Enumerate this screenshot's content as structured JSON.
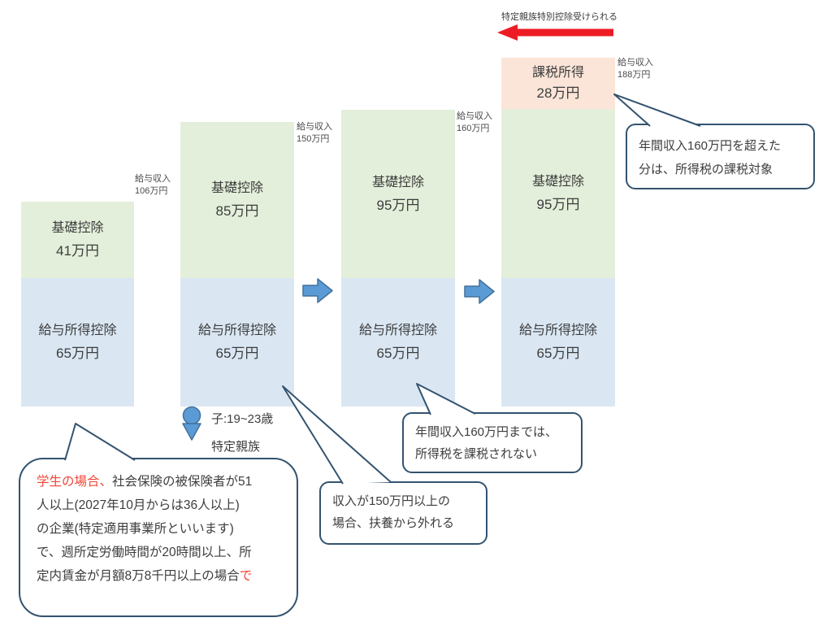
{
  "header": {
    "arrow_caption": "特定親族特別控除受けられる"
  },
  "bars": [
    {
      "income": {
        "l1": "給与収入",
        "l2": "106万円"
      },
      "segments": {
        "basic": {
          "label": "基礎控除",
          "value": "41万円"
        },
        "salary": {
          "label": "給与所得控除",
          "value": "65万円"
        }
      }
    },
    {
      "income": {
        "l1": "給与収入",
        "l2": "150万円"
      },
      "segments": {
        "basic": {
          "label": "基礎控除",
          "value": "85万円"
        },
        "salary": {
          "label": "給与所得控除",
          "value": "65万円"
        }
      }
    },
    {
      "income": {
        "l1": "給与収入",
        "l2": "160万円"
      },
      "segments": {
        "basic": {
          "label": "基礎控除",
          "value": "95万円"
        },
        "salary": {
          "label": "給与所得控除",
          "value": "65万円"
        }
      }
    },
    {
      "income": {
        "l1": "給与収入",
        "l2": "188万円"
      },
      "segments": {
        "taxable": {
          "label": "課税所得",
          "value": "28万円"
        },
        "basic": {
          "label": "基礎控除",
          "value": "95万円"
        },
        "salary": {
          "label": "給与所得控除",
          "value": "65万円"
        }
      }
    }
  ],
  "person": {
    "line1": "子:19~23歳",
    "line2": "特定親族"
  },
  "bubbles": {
    "student": {
      "l1_red": "学生の場合、",
      "l1": "社会保険の被保険者が51",
      "l2": "人以上(2027年10月からは36人以上)",
      "l3": "の企業(特定適用事業所といいます)",
      "l4": "で、週所定労働時間が20時間以上、所",
      "l5": "定内賃金が月額8万8千円以上の場合",
      "l5_red": "で"
    },
    "dependent": {
      "l1": "収入が150万円以上の",
      "l2": "場合、扶養から外れる"
    },
    "no_tax": {
      "l1": "年間収入160万円までは、",
      "l2": "所得税を課税されない"
    },
    "taxed": {
      "l1": "年間収入160万円を超えた",
      "l2": "分は、所得税の課税対象"
    }
  },
  "colors": {
    "basic_deduction_green": "#e3efda",
    "salary_deduction_blue": "#dae7f3",
    "taxable_income_pink": "#fbe5d8",
    "flow_arrow_blue": "#5b9bd5",
    "flow_arrow_border": "#41719c",
    "callout_border": "#33536f",
    "highlight_red": "#ed1c24",
    "text_gray": "#3d3d3d"
  }
}
